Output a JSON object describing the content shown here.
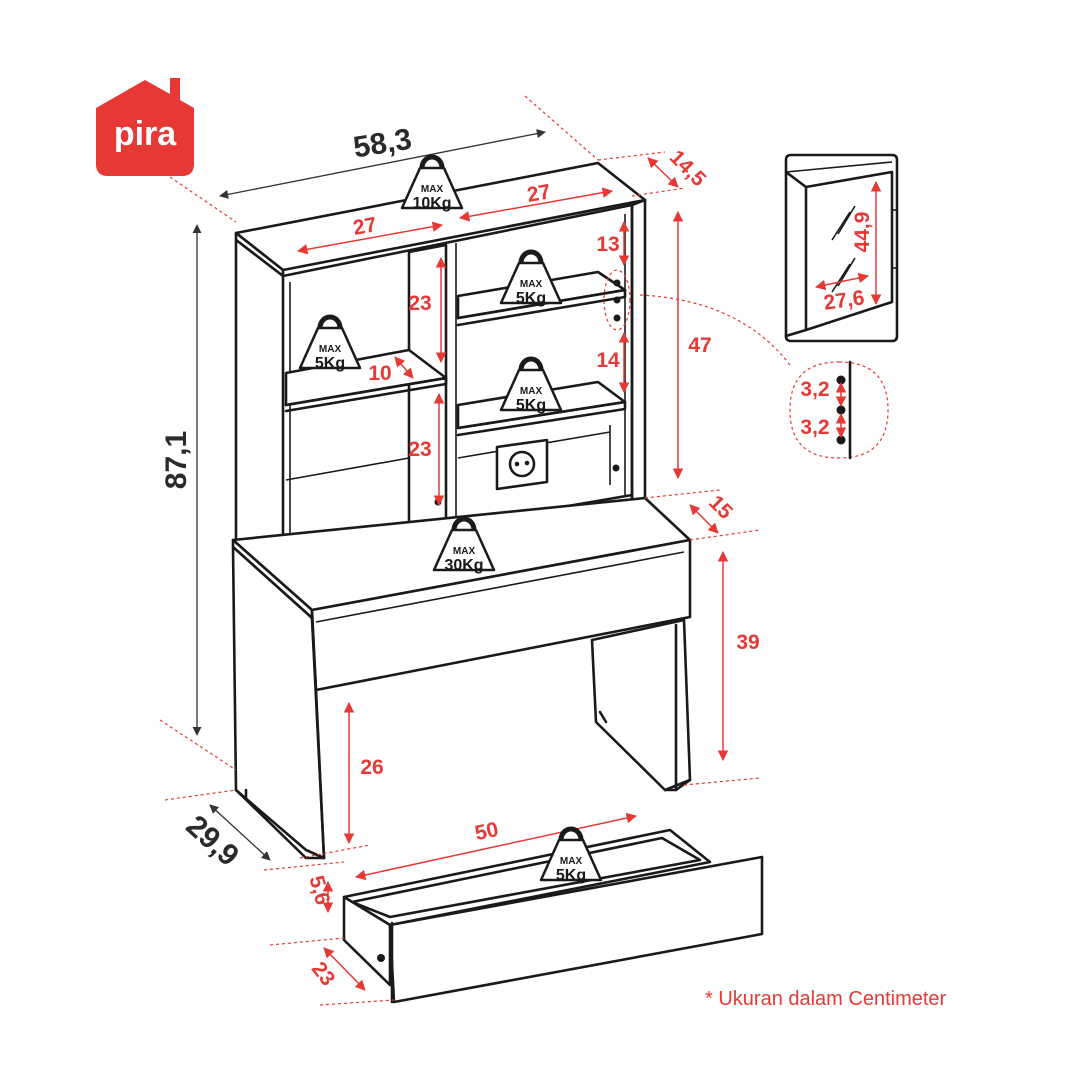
{
  "brand": {
    "name": "pira",
    "color": "#e63935"
  },
  "colors": {
    "dimension": "#e63935",
    "outline": "#1a1a1a",
    "overall": "#333333"
  },
  "overall_dimensions": {
    "width": "58,3",
    "height": "87,1",
    "depth": "29,9"
  },
  "hutch_dimensions": {
    "left_compartment_width": "27",
    "right_compartment_width": "27",
    "top_depth": "14,5",
    "hutch_height": "47",
    "base_depth": "15",
    "upper_left_shelf_gap": "23",
    "lower_left_shelf_gap": "23",
    "left_shelf_depth": "10",
    "right_top_gap": "13",
    "right_middle_gap": "14"
  },
  "desk_dimensions": {
    "desk_height": "39",
    "legroom_height": "26"
  },
  "drawer_dimensions": {
    "width": "50",
    "height": "5,6",
    "depth": "23"
  },
  "detail_peg": {
    "spacing_1": "3,2",
    "spacing_2": "3,2"
  },
  "detail_door": {
    "height": "44,9",
    "width": "27,6"
  },
  "weights": {
    "top": {
      "max": "MAX",
      "value": "10Kg"
    },
    "left_shelf": {
      "max": "MAX",
      "value": "5Kg"
    },
    "right_shelf_top": {
      "max": "MAX",
      "value": "5Kg"
    },
    "right_shelf_mid": {
      "max": "MAX",
      "value": "5Kg"
    },
    "desk": {
      "max": "MAX",
      "value": "30Kg"
    },
    "drawer": {
      "max": "MAX",
      "value": "5Kg"
    }
  },
  "footnote": "* Ukuran dalam Centimeter"
}
